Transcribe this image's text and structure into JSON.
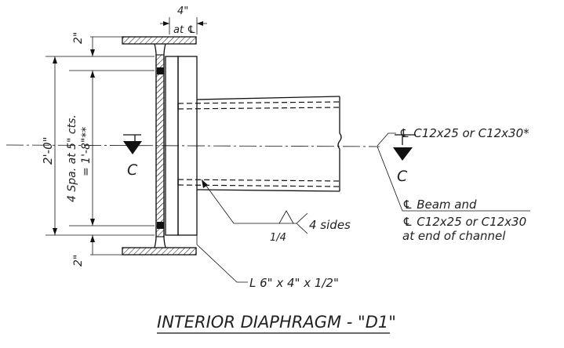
{
  "title": "INTERIOR DIAPHRAGM - \"D1\"",
  "dimensions": {
    "top_flange": "2\"",
    "bottom_flange": "2\"",
    "overall": "2'-0\"",
    "bolt_spacing": "4 Spa. at 5\" cts.",
    "bolt_spacing_total": "= 1'-8\"**",
    "offset": "4\"",
    "offset_ref": "at ℄"
  },
  "section_marks": {
    "left": "C",
    "right": "C"
  },
  "callouts": {
    "channel": "℄ C12x25 or C12x30*",
    "beam_line1": "℄ Beam and",
    "beam_line2": "℄ C12x25 or C12x30",
    "beam_line3": "at end of channel",
    "weld_size": "1/4",
    "weld_note": "4 sides",
    "angle": "L 6\" x 4\" x 1/2\""
  }
}
